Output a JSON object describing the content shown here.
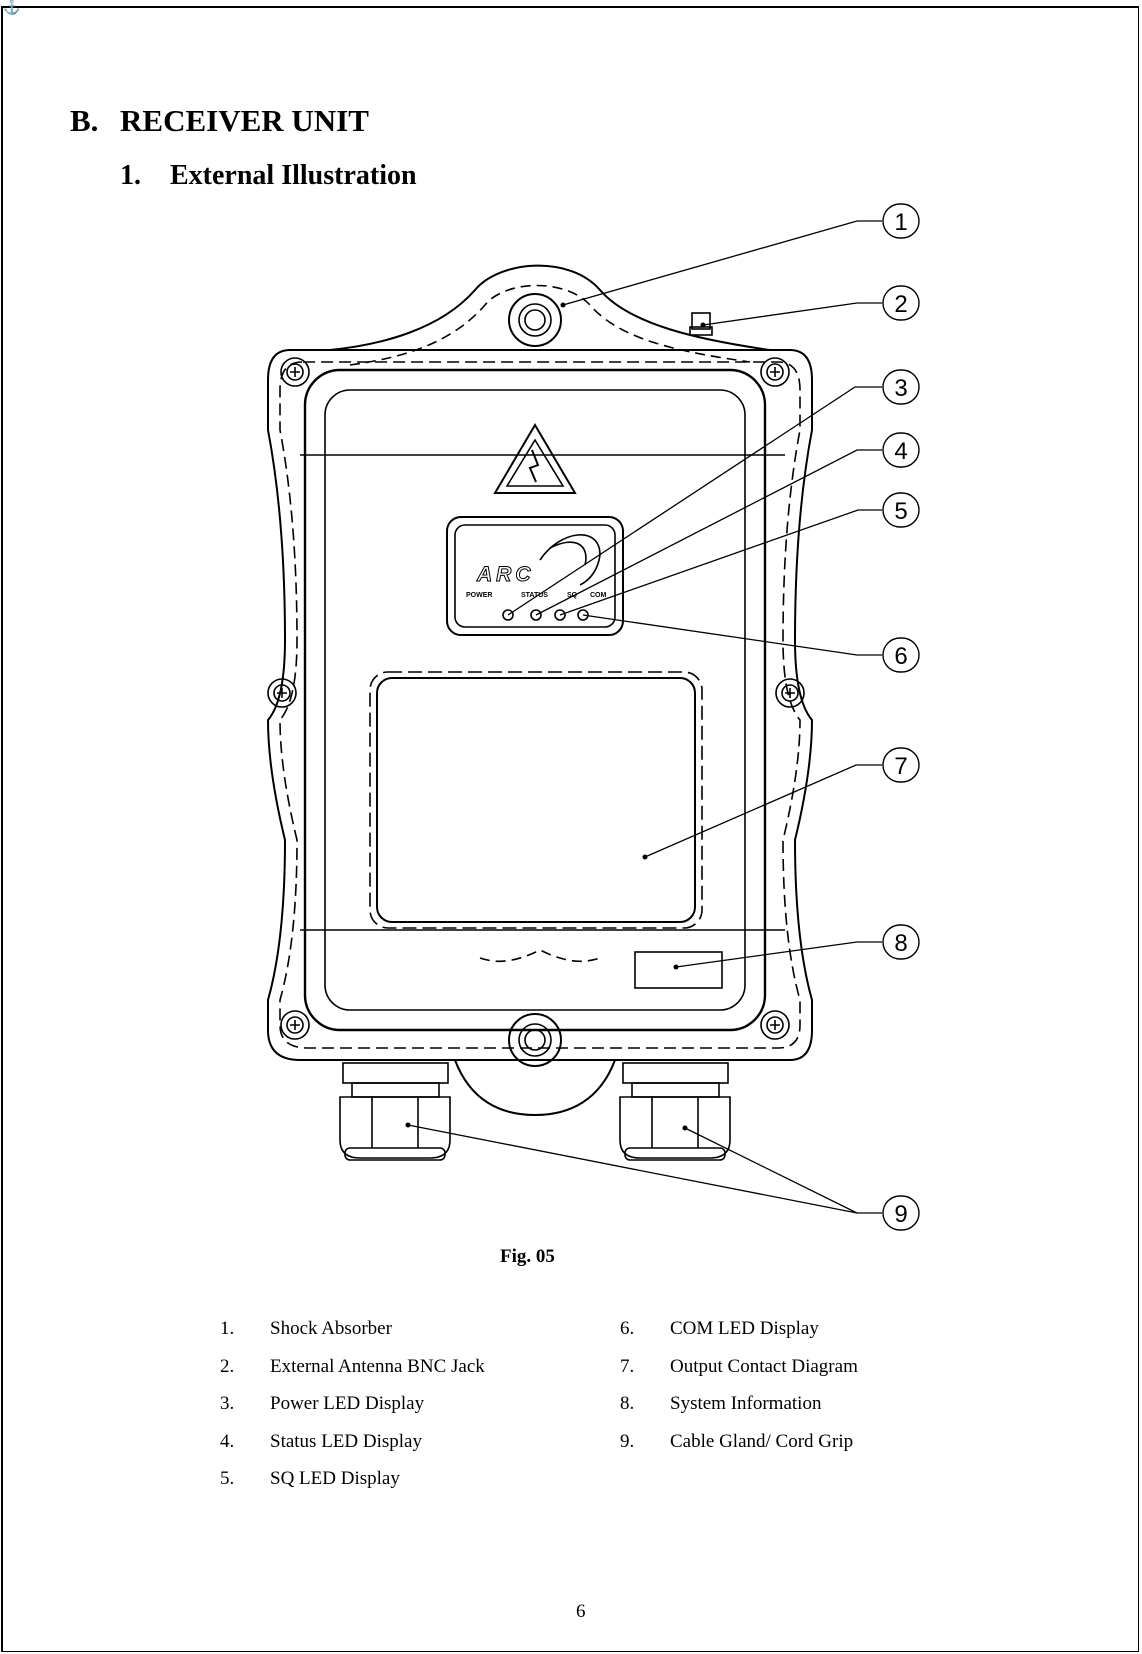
{
  "section": {
    "number": "B.",
    "title": "RECEIVER UNIT"
  },
  "subsection": {
    "number": "1.",
    "title": "External Illustration"
  },
  "figure": {
    "brand": "ARC",
    "led_labels": [
      "POWER",
      "STATUS",
      "SQ",
      "COM"
    ],
    "callouts": [
      "1",
      "2",
      "3",
      "4",
      "5",
      "6",
      "7",
      "8",
      "9"
    ],
    "caption": "Fig. 05"
  },
  "legend": {
    "left": [
      {
        "num": "1.",
        "label": "Shock Absorber"
      },
      {
        "num": "2.",
        "label": "External Antenna BNC Jack"
      },
      {
        "num": "3.",
        "label": "Power LED Display"
      },
      {
        "num": "4.",
        "label": "Status LED Display"
      },
      {
        "num": "5.",
        "label": "SQ LED Display"
      }
    ],
    "right": [
      {
        "num": "6.",
        "label": "COM LED Display"
      },
      {
        "num": "7.",
        "label": "Output Contact Diagram"
      },
      {
        "num": "8.",
        "label": "System Information"
      },
      {
        "num": "9.",
        "label": "Cable Gland/ Cord Grip"
      }
    ]
  },
  "page_number": "6"
}
